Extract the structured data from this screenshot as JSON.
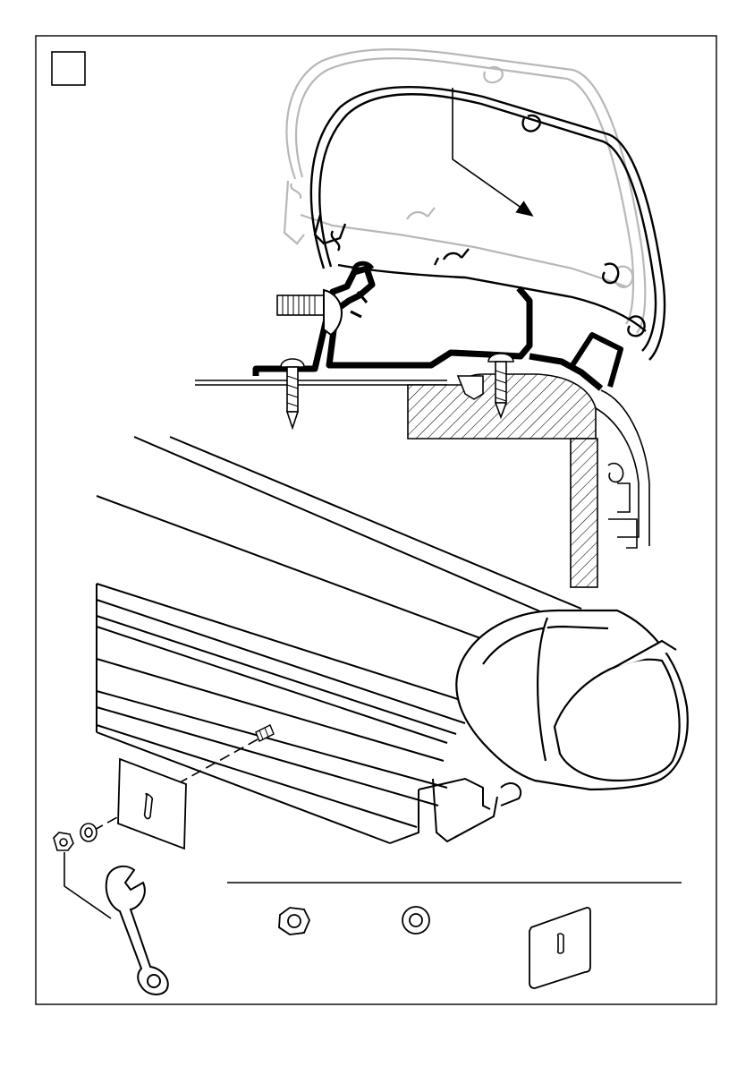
{
  "diagram": {
    "step_number": "",
    "parts_legend": [
      {
        "id": "hex-nut"
      },
      {
        "id": "washer"
      },
      {
        "id": "mounting-plate"
      }
    ],
    "tools": [
      {
        "id": "open-ring-wrench"
      }
    ],
    "components": [
      {
        "id": "awning-profile-ghost"
      },
      {
        "id": "awning-profile-mounted"
      },
      {
        "id": "wall-adapter-rail"
      },
      {
        "id": "roof-wall-section"
      },
      {
        "id": "awning-cassette"
      },
      {
        "id": "end-cap"
      },
      {
        "id": "threaded-stud"
      }
    ],
    "colors": {
      "line": "#000000",
      "ghost": "#b8b8b8",
      "background": "#ffffff"
    }
  }
}
